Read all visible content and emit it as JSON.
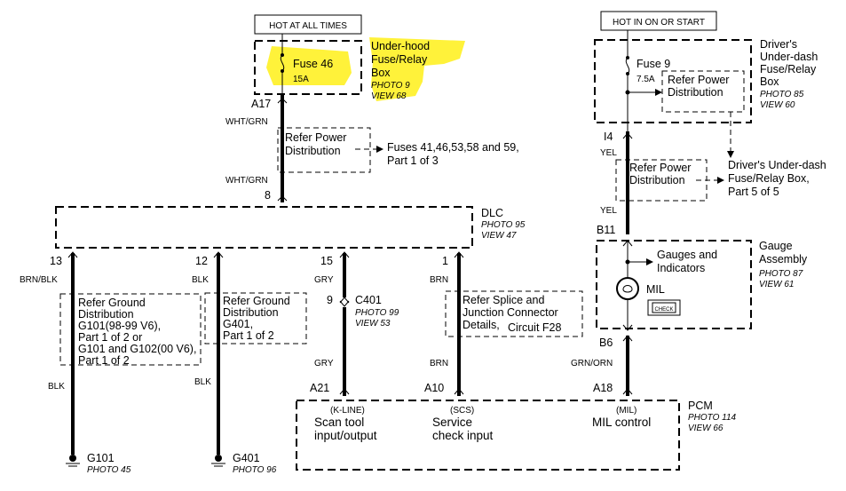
{
  "hot_at_all_times": "HOT AT ALL TIMES",
  "hot_in_on_or_start": "HOT IN ON OR START",
  "underhood_box": {
    "line1": "Under-hood",
    "line2": "Fuse/Relay",
    "line3": "Box",
    "photo": "PHOTO 9",
    "view": "VIEW 68"
  },
  "fuse46": {
    "name": "Fuse 46",
    "rating": "15A"
  },
  "fuse9": {
    "name": "Fuse 9",
    "rating": "7.5A"
  },
  "driver_box": {
    "line1": "Driver's",
    "line2": "Under-dash",
    "line3": "Fuse/Relay",
    "line4": "Box",
    "photo": "PHOTO 85",
    "view": "VIEW 60"
  },
  "refer_power": {
    "line1": "Refer Power",
    "line2": "Distribution"
  },
  "fuses_note": {
    "line1": "Fuses 41,46,53,58 and 59,",
    "line2": "Part 1 of 3"
  },
  "driver_note": {
    "line1": "Driver's Under-dash",
    "line2": "Fuse/Relay Box,",
    "line3": "Part 5 of 5"
  },
  "pins": {
    "a17": "A17",
    "p8": "8",
    "i4": "I4",
    "b11": "B11",
    "b6": "B6",
    "p13": "13",
    "p12": "12",
    "p15": "15",
    "p1": "1",
    "p9": "9",
    "a21": "A21",
    "a10": "A10",
    "a18": "A18"
  },
  "wires": {
    "wht_grn": "WHT/GRN",
    "yel": "YEL",
    "brn_blk": "BRN/BLK",
    "blk": "BLK",
    "gry": "GRY",
    "brn": "BRN",
    "grn_orn": "GRN/ORN"
  },
  "dlc": {
    "name": "DLC",
    "photo": "PHOTO 95",
    "view": "VIEW 47"
  },
  "c401": {
    "name": "C401",
    "photo": "PHOTO 99",
    "view": "VIEW 53"
  },
  "gauge_assembly": {
    "line1": "Gauge",
    "line2": "Assembly",
    "photo": "PHOTO 87",
    "view": "VIEW 61",
    "gauges_line1": "Gauges and",
    "gauges_line2": "Indicators",
    "mil": "MIL",
    "check": "CHECK"
  },
  "ground_g101": {
    "line1": "Refer Ground",
    "line2": "Distribution",
    "line3": "G101(98-99 V6),",
    "line4": "Part 1 of 2  or",
    "line5": "G101 and G102(00 V6),",
    "line6": "Part 1 of 2"
  },
  "ground_g401": {
    "line1": "Refer Ground",
    "line2": "Distribution",
    "line3": "G401,",
    "line4": "Part 1 of 2"
  },
  "splice_note": {
    "line1": "Refer Splice and",
    "line2": "Junction Connector",
    "line3": "Details,",
    "line4": "Circuit F28"
  },
  "pcm": {
    "name": "PCM",
    "photo": "PHOTO 114",
    "view": "VIEW 66",
    "kline": "(K-LINE)",
    "scan1": "Scan tool",
    "scan2": "input/output",
    "scs": "(SCS)",
    "service1": "Service",
    "service2": "check input",
    "mil": "(MIL)",
    "mil_control": "MIL control"
  },
  "grounds": {
    "g101": "G101",
    "g101_photo": "PHOTO 45",
    "g401": "G401",
    "g401_photo": "PHOTO 96"
  }
}
